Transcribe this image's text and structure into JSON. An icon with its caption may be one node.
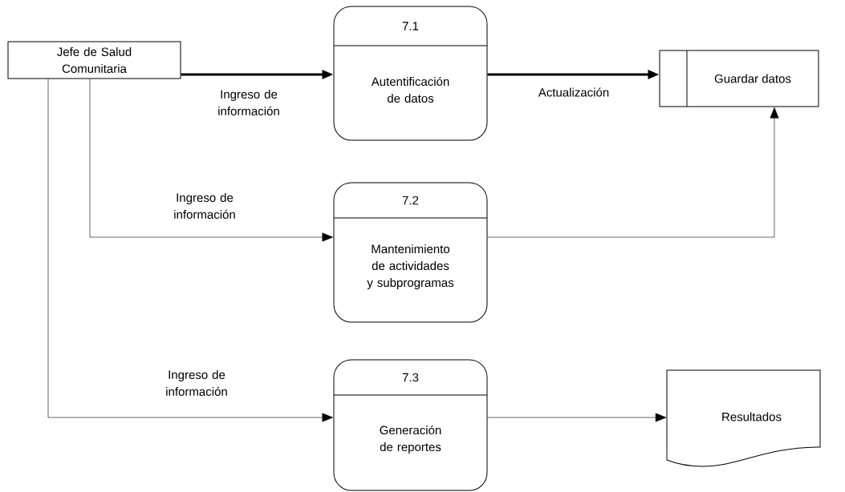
{
  "diagram": {
    "nodes": [
      {
        "text": [
          "Jefe de Salud Comunitaria"
        ]
      },
      {
        "text": [
          "7.1",
          "Autentificación de datos"
        ]
      },
      {
        "text": [
          "Guardar datos"
        ]
      },
      {
        "text": [
          "7.2",
          "Mantenimiento de actividades y subprogramas"
        ]
      },
      {
        "text": [
          "7.3",
          "Generación de reportes"
        ]
      },
      {
        "text": [
          "Resultados"
        ]
      }
    ],
    "edges": [
      {
        "from": 0,
        "to": 1,
        "arrow": "to",
        "label": "Ingreso de información",
        "style": "thick"
      },
      {
        "from": 1,
        "to": 2,
        "arrow": "to",
        "label": "Actualización",
        "style": "thick"
      },
      {
        "from": 0,
        "to": 3,
        "arrow": "to",
        "label": "Ingreso de información"
      },
      {
        "from": 3,
        "to": 2,
        "arrow": "to"
      },
      {
        "from": 0,
        "to": 4,
        "arrow": "to",
        "label": "Ingreso de información"
      },
      {
        "from": 4,
        "to": 5,
        "arrow": "to"
      }
    ]
  }
}
